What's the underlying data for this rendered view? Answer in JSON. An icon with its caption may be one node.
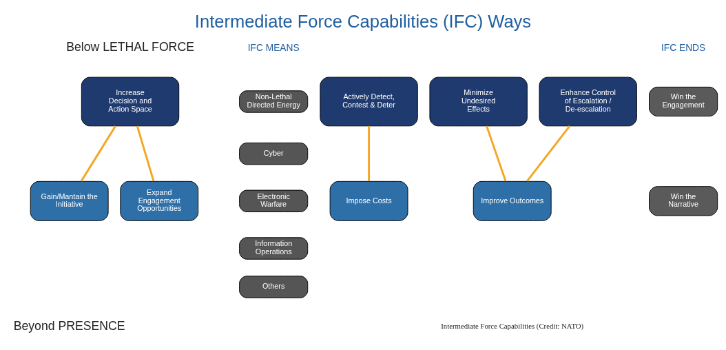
{
  "diagram": {
    "title": "Intermediate Force Capabilities (IFC) Ways",
    "caption": "Intermediate Force Capabilities (Credit: NATO)",
    "nodes": [
      {
        "text": [
          "Non-Lethal Directed Energy"
        ]
      },
      {
        "text": [
          "Cyber"
        ]
      },
      {
        "text": [
          "Electronic Warfare"
        ]
      },
      {
        "text": [
          "Information Operations"
        ]
      },
      {
        "text": [
          "Others"
        ]
      },
      {
        "text": [
          "Actively Detect, Contest & Deter"
        ]
      },
      {
        "text": [
          "Increase Decision and Action Space"
        ]
      },
      {
        "text": [
          "Minimize Undesired Effects"
        ]
      },
      {
        "text": [
          "Enhance Control of Escalation / De-escalation"
        ]
      },
      {
        "text": [
          "Win the Engagement"
        ]
      },
      {
        "text": [
          "Win the Narrative"
        ]
      },
      {
        "text": [
          "Impose Costs"
        ]
      },
      {
        "text": [
          "Gain/Mantain the Initiative"
        ]
      },
      {
        "text": [
          "Expand Engagement Opportunities"
        ]
      },
      {
        "text": [
          "Improve Outcomes"
        ]
      }
    ],
    "edges": [
      {
        "from": 5,
        "to": 11,
        "arrow": "none"
      },
      {
        "from": 6,
        "to": 12,
        "arrow": "none"
      },
      {
        "from": 6,
        "to": 13,
        "arrow": "none"
      },
      {
        "from": 7,
        "to": 14,
        "arrow": "none"
      },
      {
        "from": 8,
        "to": 14,
        "arrow": "none"
      }
    ],
    "labels": [
      "Below LETHAL FORCE",
      "IFC MEANS",
      "IFC ENDS",
      "Beyond PRESENCE"
    ]
  }
}
